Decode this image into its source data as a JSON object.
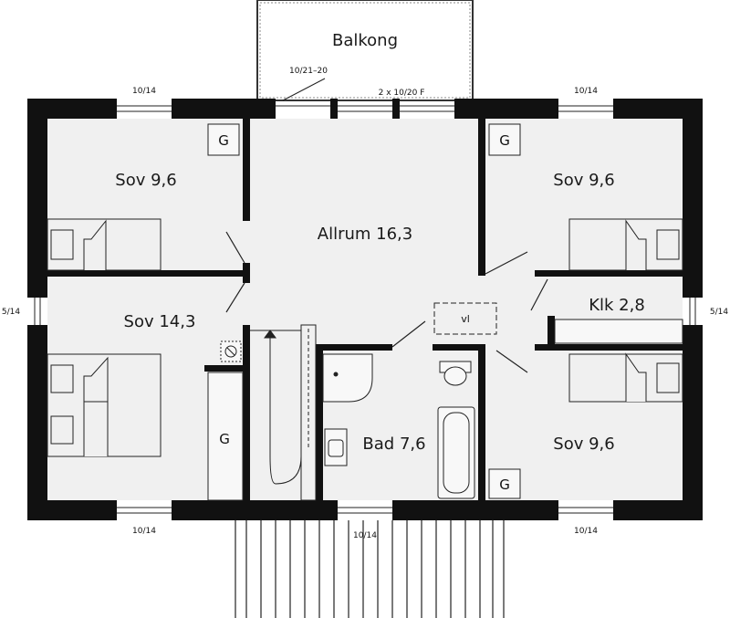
{
  "title": "",
  "rooms": {
    "balkong": "Balkong",
    "sov_nw": "Sov 9,6",
    "allrum": "Allrum 16,3",
    "sov_ne": "Sov 9,6",
    "sov_w": "Sov 14,3",
    "klk": "Klk 2,8",
    "bad": "Bad 7,6",
    "sov_se": "Sov 9,6"
  },
  "windows": {
    "balcony_door": "10/21–20",
    "balcony_windows": "2 x 10/20 F",
    "top_left": "10/14",
    "top_right": "10/14",
    "left_side": "5/14",
    "right_side": "5/14",
    "bottom_left": "10/14",
    "bottom_center": "10/14",
    "bottom_right": "10/14"
  },
  "markers": {
    "g": "G",
    "vl": "vl"
  },
  "colors": {
    "wall": "#111111",
    "floor": "#f0f0f0",
    "line": "#222222"
  }
}
